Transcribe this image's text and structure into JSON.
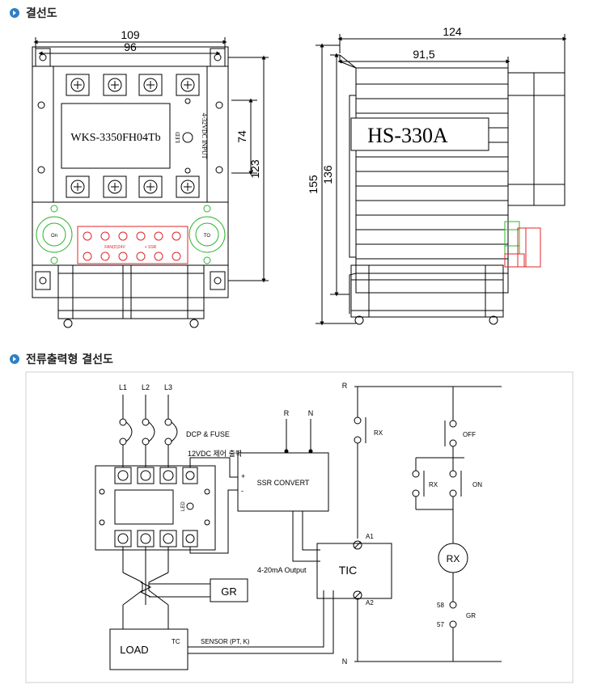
{
  "section1": {
    "title": "결선도"
  },
  "section2": {
    "title": "전류출력형 결선도"
  },
  "front_view": {
    "dim_width_outer": "109",
    "dim_width_inner": "96",
    "dim_height_inner": "74",
    "dim_height_outer": "123",
    "model": "WKS-3350FH04Tb",
    "led": "LED",
    "input_label": "4-32VDC INPUT",
    "fan_label": "FAN(D)24V",
    "ssr_label": "+ SSR",
    "sensor_left": "On",
    "sensor_right": "TO"
  },
  "side_view": {
    "dim_depth_outer": "124",
    "dim_depth_inner": "91,5",
    "dim_height_outer": "155",
    "dim_height_inner": "136",
    "heatsink_model": "HS-330A"
  },
  "wiring": {
    "phase_labels": [
      "L1",
      "L2",
      "L3"
    ],
    "fuse_label": "DCP & FUSE",
    "control_label": "12VDC 제어 출력",
    "convert_label": "SSR CONVERT",
    "r_label": "R",
    "n_label": "N",
    "plus": "+",
    "minus": "-",
    "output_label": "4-20mA Output",
    "tic_label": "TIC",
    "a1_label": "A1",
    "a2_label": "A2",
    "gr_label": "GR",
    "load_label": "LOAD",
    "tc_label": "TC",
    "sensor_label": "SENSOR  (PT, K)",
    "rx_label": "RX",
    "off_label": "OFF",
    "on_label": "ON",
    "contact_58": "58",
    "contact_57": "57",
    "led": "LED"
  }
}
